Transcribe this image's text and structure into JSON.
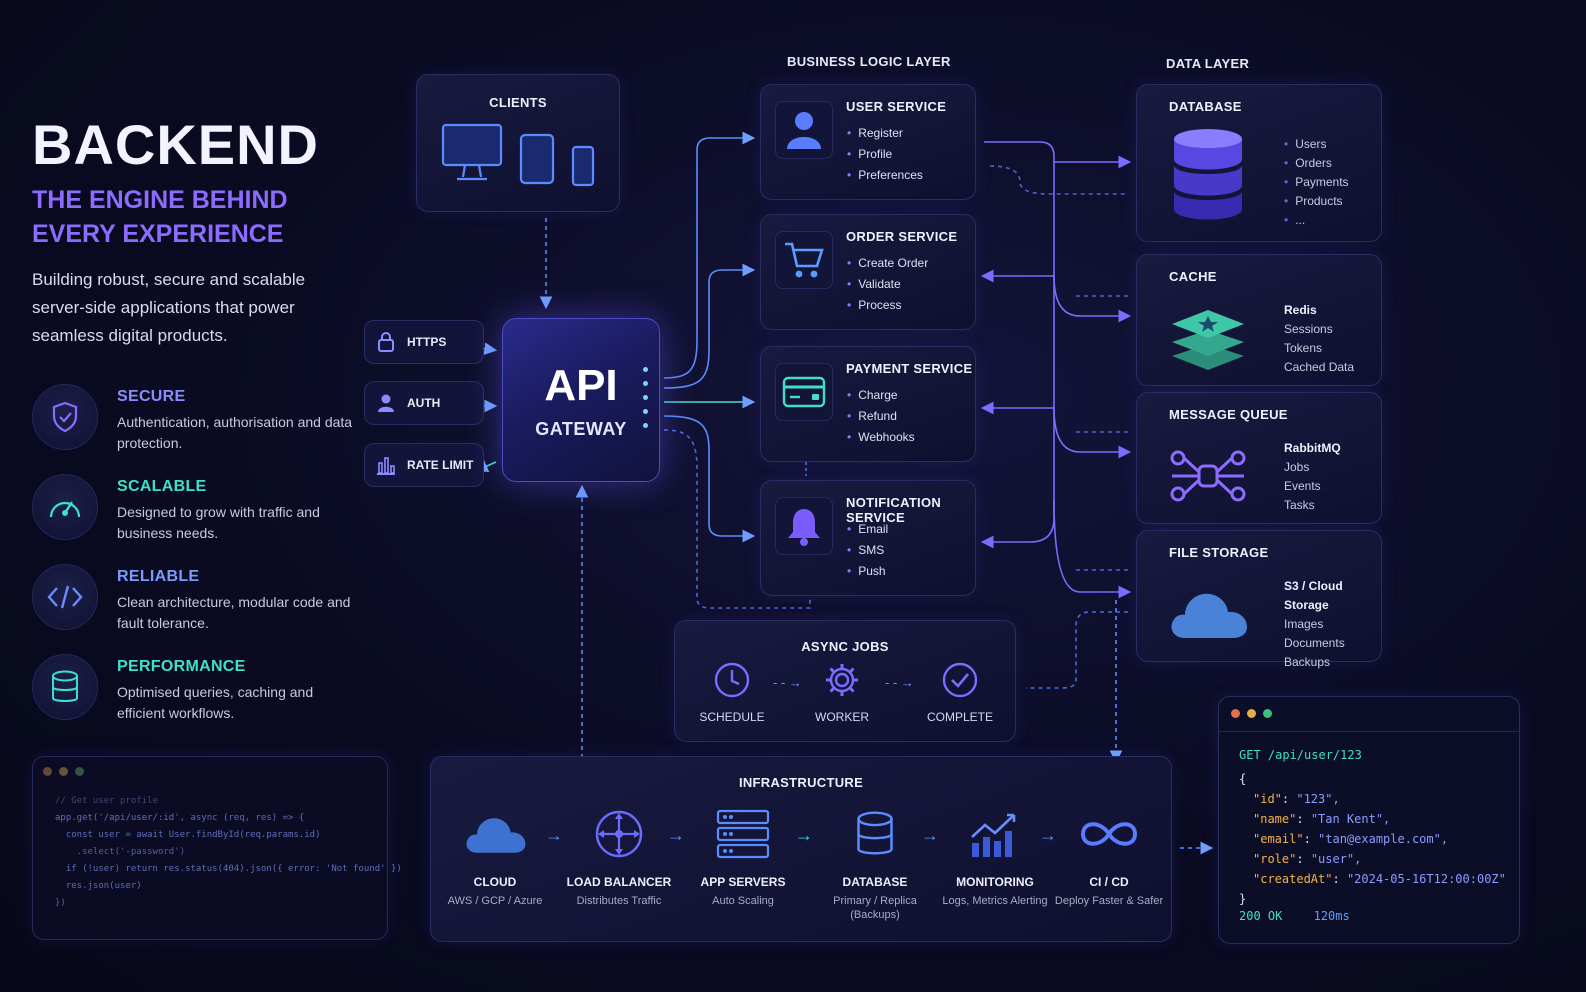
{
  "hero": {
    "title": "BACKEND",
    "subtitle": "THE ENGINE BEHIND EVERY EXPERIENCE",
    "description": "Building robust, secure and scalable server-side applications that power seamless digital products."
  },
  "features": [
    {
      "title": "SECURE",
      "desc": "Authentication, authorisation and data protection.",
      "icon": "shield-icon"
    },
    {
      "title": "SCALABLE",
      "desc": "Designed to grow with traffic and business needs.",
      "icon": "gauge-icon"
    },
    {
      "title": "RELIABLE",
      "desc": "Clean architecture, modular code and fault tolerance.",
      "icon": "code-icon"
    },
    {
      "title": "PERFORMANCE",
      "desc": "Optimised queries, caching and efficient workflows.",
      "icon": "database-icon"
    }
  ],
  "clients": {
    "title": "CLIENTS"
  },
  "gateway": {
    "line1": "API",
    "line2": "GATEWAY"
  },
  "gateway_inputs": [
    "HTTPS",
    "AUTH",
    "RATE LIMIT"
  ],
  "layers": {
    "business": "BUSINESS LOGIC LAYER",
    "data": "DATA LAYER"
  },
  "services": [
    {
      "title": "USER SERVICE",
      "items": [
        "Register",
        "Profile",
        "Preferences"
      ],
      "icon": "user-icon"
    },
    {
      "title": "ORDER SERVICE",
      "items": [
        "Create Order",
        "Validate",
        "Process"
      ],
      "icon": "cart-icon"
    },
    {
      "title": "PAYMENT SERVICE",
      "items": [
        "Charge",
        "Refund",
        "Webhooks"
      ],
      "icon": "card-icon"
    },
    {
      "title": "NOTIFICATION SERVICE",
      "items": [
        "Email",
        "SMS",
        "Push"
      ],
      "icon": "bell-icon"
    }
  ],
  "data_layer": [
    {
      "title": "DATABASE",
      "head": "",
      "items": [
        "Users",
        "Orders",
        "Payments",
        "Products",
        "..."
      ],
      "icon": "database-stack-icon"
    },
    {
      "title": "CACHE",
      "head": "Redis",
      "items": [
        "Sessions",
        "Tokens",
        "Cached Data"
      ],
      "icon": "cache-layers-icon"
    },
    {
      "title": "MESSAGE QUEUE",
      "head": "RabbitMQ",
      "items": [
        "Jobs",
        "Events",
        "Tasks"
      ],
      "icon": "queue-nodes-icon"
    },
    {
      "title": "FILE STORAGE",
      "head": "S3 / Cloud Storage",
      "items": [
        "Images",
        "Documents",
        "Backups"
      ],
      "icon": "cloud-icon"
    }
  ],
  "async_jobs": {
    "title": "ASYNC JOBS",
    "steps": [
      "SCHEDULE",
      "WORKER",
      "COMPLETE"
    ]
  },
  "infrastructure": {
    "title": "INFRASTRUCTURE",
    "items": [
      {
        "title": "CLOUD",
        "sub": "AWS / GCP / Azure",
        "icon": "cloud-icon"
      },
      {
        "title": "LOAD BALANCER",
        "sub": "Distributes Traffic",
        "icon": "balancer-icon"
      },
      {
        "title": "APP SERVERS",
        "sub": "Auto Scaling",
        "icon": "servers-icon"
      },
      {
        "title": "DATABASE",
        "sub": "Primary / Replica (Backups)",
        "icon": "database-icon"
      },
      {
        "title": "MONITORING",
        "sub": "Logs, Metrics Alerting",
        "icon": "chart-icon"
      },
      {
        "title": "CI / CD",
        "sub": "Deploy Faster & Safer",
        "icon": "infinity-icon"
      }
    ]
  },
  "code_left": {
    "lines": [
      "// Get user profile",
      "app.get('/api/user/:id', async (req, res) => {",
      "  const user = await User.findById(req.params.id)",
      "    .select('-password')",
      "  if (!user) return res.status(404).json({ error: 'Not found' })",
      "",
      "  res.json(user)",
      "})"
    ]
  },
  "code_right": {
    "request": "GET /api/user/123",
    "open": "{",
    "fields": [
      {
        "key": "\"id\"",
        "value": "\"123\","
      },
      {
        "key": "\"name\"",
        "value": "\"Tan Kent\","
      },
      {
        "key": "\"email\"",
        "value": "\"tan@example.com\","
      },
      {
        "key": "\"role\"",
        "value": "\"user\","
      },
      {
        "key": "\"createdAt\"",
        "value": "\"2024-05-16T12:00:00Z\""
      }
    ],
    "close": "}",
    "status": "200 OK",
    "time": "120ms"
  },
  "colors": {
    "accent": "#8b6cff",
    "teal": "#3ee0c9",
    "blue": "#5a8cff",
    "wire": "#6a66ff"
  }
}
